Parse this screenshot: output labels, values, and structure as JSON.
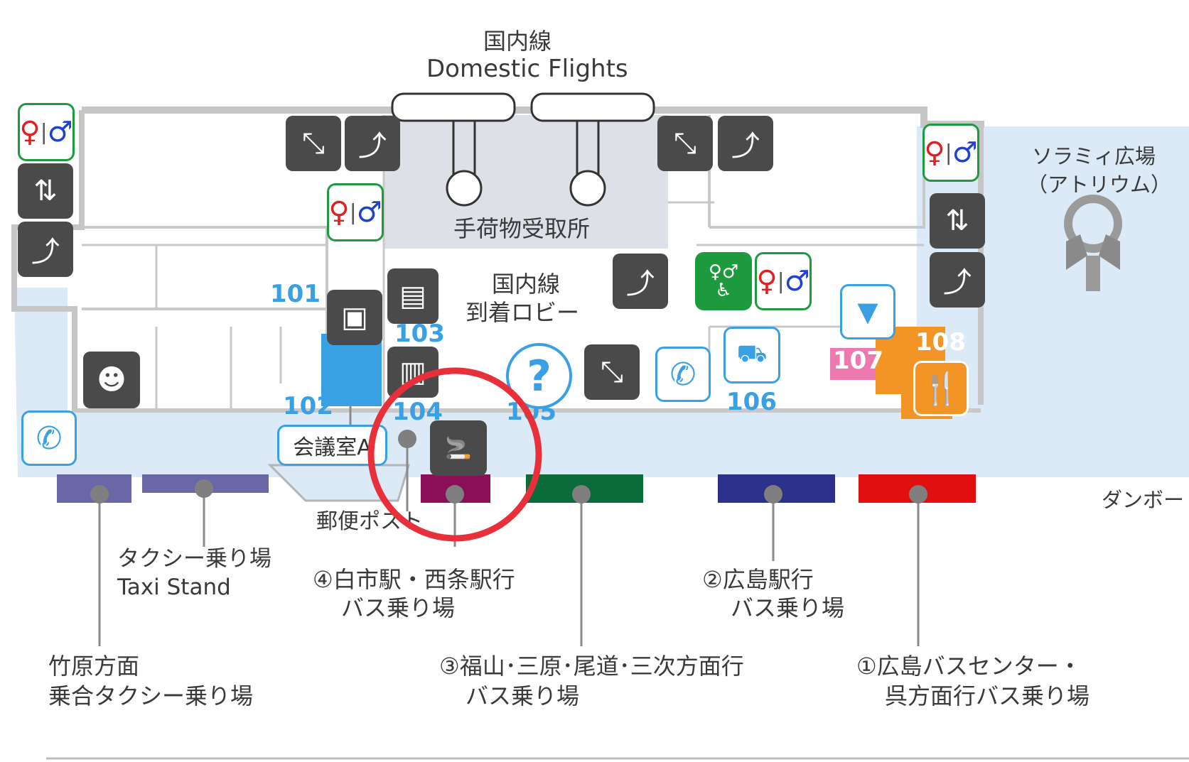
{
  "header": {
    "domestic_jp": "国内線",
    "domestic_en": "Domestic Flights"
  },
  "areas": {
    "baggage_claim": "手荷物受取所",
    "arrival_lobby_1": "国内線",
    "arrival_lobby_2": "到着ロビー",
    "atrium_1": "ソラミィ広場",
    "atrium_2": "（アトリウム）",
    "meeting_room": "会議室A",
    "post_box": "郵便ポスト",
    "danbo": "ダンボー"
  },
  "room_numbers": {
    "r101": "101",
    "r102": "102",
    "r103": "103",
    "r104": "104",
    "r105": "105",
    "r106": "106",
    "r107": "107",
    "r108": "108"
  },
  "bus_stops": {
    "taxi_jp": "タクシー乗り場",
    "taxi_en": "Taxi Stand",
    "stop4_1": "④白市駅・西条駅行",
    "stop4_2": "バス乗り場",
    "stop2_1": "②広島駅行",
    "stop2_2": "バス乗り場",
    "takehara_1": "竹原方面",
    "takehara_2": "乗合タクシー乗り場",
    "stop3_1": "③福山･三原･尾道･三次方面行",
    "stop3_2": "バス乗り場",
    "stop1_1": "①広島バスセンター・",
    "stop1_2": "呉方面行バス乗り場"
  },
  "icons": {
    "escalator": "escalator-icon",
    "stairs": "stairs-icon",
    "elevator": "elevator-icon",
    "restroom": "restroom-icon",
    "accessible_restroom": "accessible-restroom-icon",
    "phone": "phone-icon",
    "info": "information-icon",
    "smoking": "smoking-area-icon",
    "restaurant": "restaurant-icon",
    "atm": "atm-icon",
    "staff": "staff-icon",
    "locker": "locker-icon",
    "baggage_service": "baggage-service-icon",
    "atrium": "atrium-icon"
  },
  "colors": {
    "corridor": "#dce9f6",
    "wall": "#c8c8c8",
    "stripe_taxi": "#6a67a6",
    "stripe_stop4": "#8c0f5a",
    "stripe_stop3": "#0b6b3a",
    "stripe_stop2": "#2e318a",
    "stripe_stop1": "#e01010",
    "highlight_circle": "#e8303a",
    "room_blue": "#3aa0e4",
    "pink": "#ec7ab0",
    "orange": "#f29426",
    "restroom_green": "#1e9a3e"
  }
}
